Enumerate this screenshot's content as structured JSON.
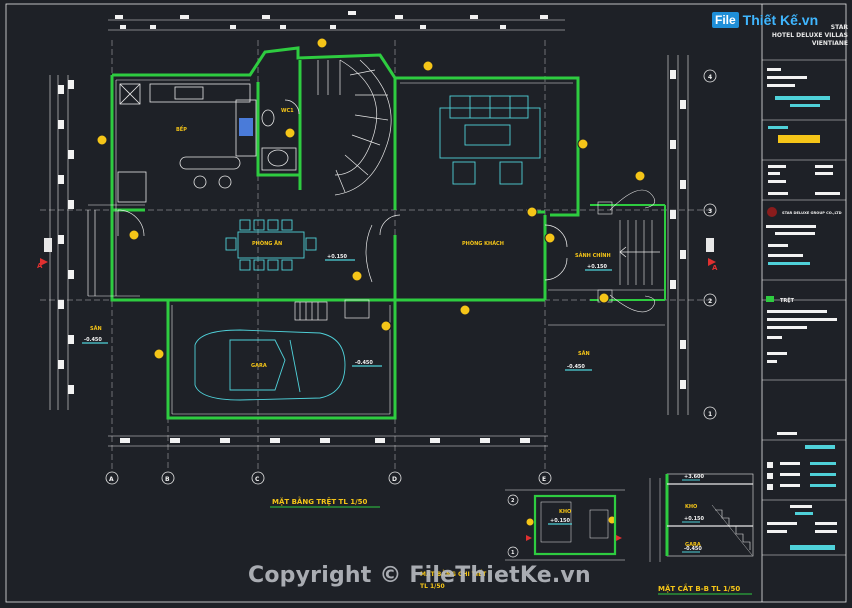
{
  "watermark": {
    "text": "Copyright © FileThietKe.vn"
  },
  "logo": {
    "box": "File",
    "text": "Thiết Kế.vn"
  },
  "project": {
    "line1": "STAR",
    "line2": "HOTEL DELUXE VILLAS",
    "line3": "VIENTIANE"
  },
  "rooms": {
    "kitchen": "BẾP",
    "wc": "WC1",
    "dining": "PHÒNG ĂN",
    "living": "PHÒNG KHÁCH",
    "hall": "SẢNH CHÍNH",
    "garage": "GARA",
    "yard_left": "SÂN",
    "yard_right": "SÂN",
    "detail_room": "KHO",
    "section_upper": "KHO",
    "section_lower": "GARA"
  },
  "levels": {
    "dining": "+0.150",
    "hall": "+0.150",
    "garage": "-0.450",
    "yard_left": "-0.450",
    "yard_right": "-0.450",
    "detail": "+0.150",
    "section_top": "+3.600",
    "section_mid": "+0.150",
    "section_bottom": "-0.450"
  },
  "titles": {
    "main_plan": "MẶT BẰNG TRỆT TL 1/50",
    "detail_plan_1": "MẶT BẰNG CHI TIẾT",
    "detail_plan_2": "TL 1/50",
    "section": "MẶT CẮT B-B  TL 1/50"
  },
  "axes": {
    "bottom": [
      "A",
      "B",
      "C",
      "D",
      "E"
    ],
    "right": [
      "4",
      "3",
      "2",
      "1"
    ],
    "detail": [
      "2",
      "1"
    ],
    "section_mark": "A"
  },
  "titleblock": {
    "company": "STAR DELUXE GROUP CO.,LTD",
    "sheet": "TRỆT"
  },
  "colors": {
    "background": "#1e2127",
    "wall": "#2ecc40",
    "line": "#e8e8e8",
    "furniture": "#4fd1d9",
    "callout": "#f5c518",
    "grid_marker": "#e8e8e8",
    "accent_red": "#e03030"
  }
}
